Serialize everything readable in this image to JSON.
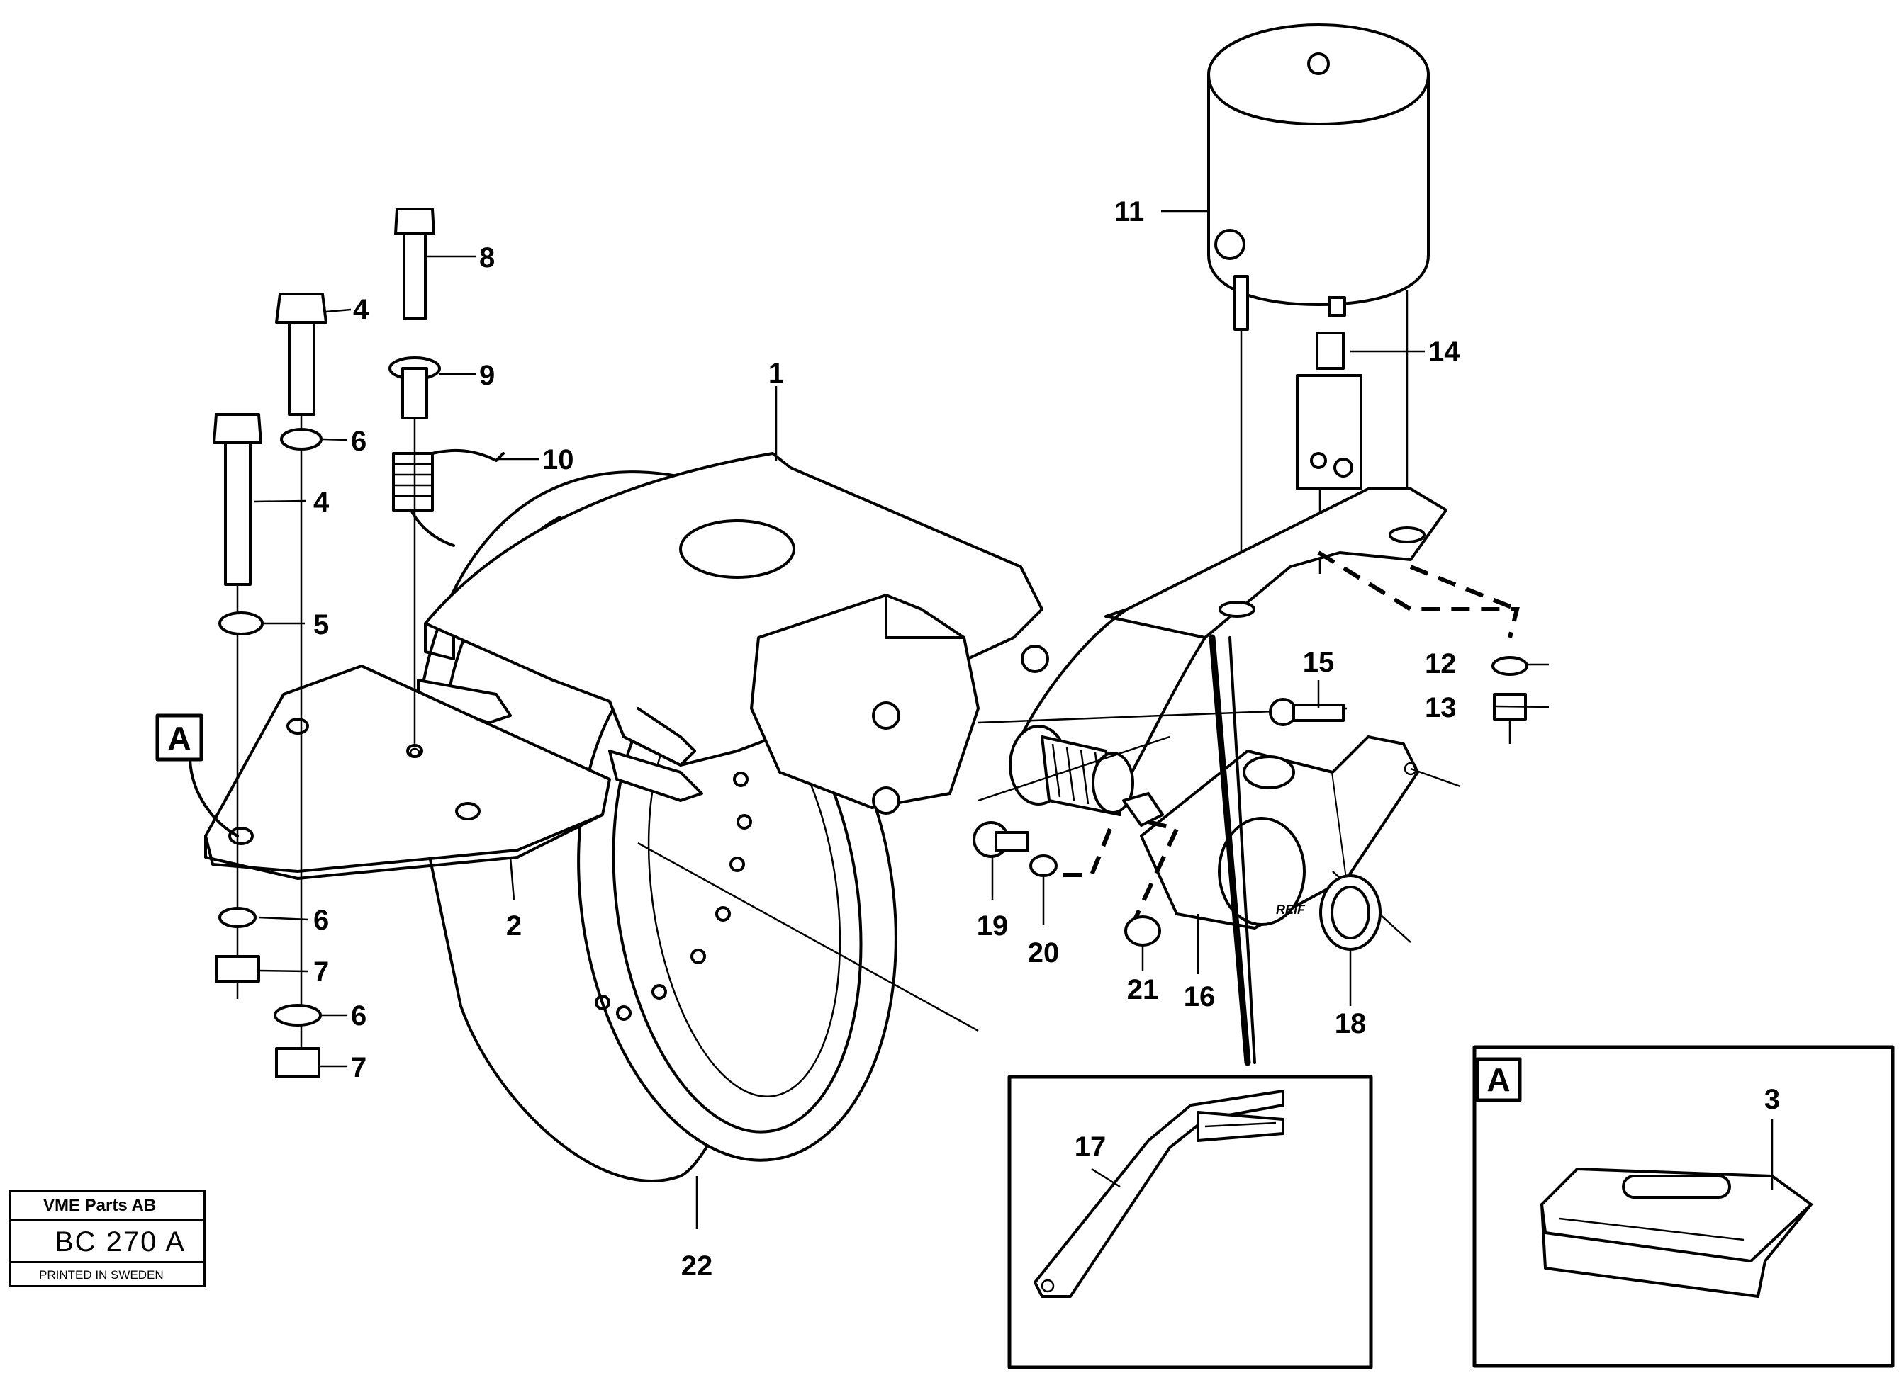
{
  "callouts": [
    "1",
    "2",
    "3",
    "4",
    "4",
    "5",
    "6",
    "6",
    "6",
    "7",
    "7",
    "8",
    "9",
    "10",
    "11",
    "12",
    "13",
    "14",
    "15",
    "16",
    "17",
    "18",
    "19",
    "20",
    "21",
    "22"
  ],
  "detail_marker": "A",
  "inset_a_marker": "A",
  "title_block": {
    "company": "VME Parts AB",
    "code": "BC 270 A",
    "printed": "PRINTED IN SWEDEN"
  },
  "stamp_text": "REIF"
}
